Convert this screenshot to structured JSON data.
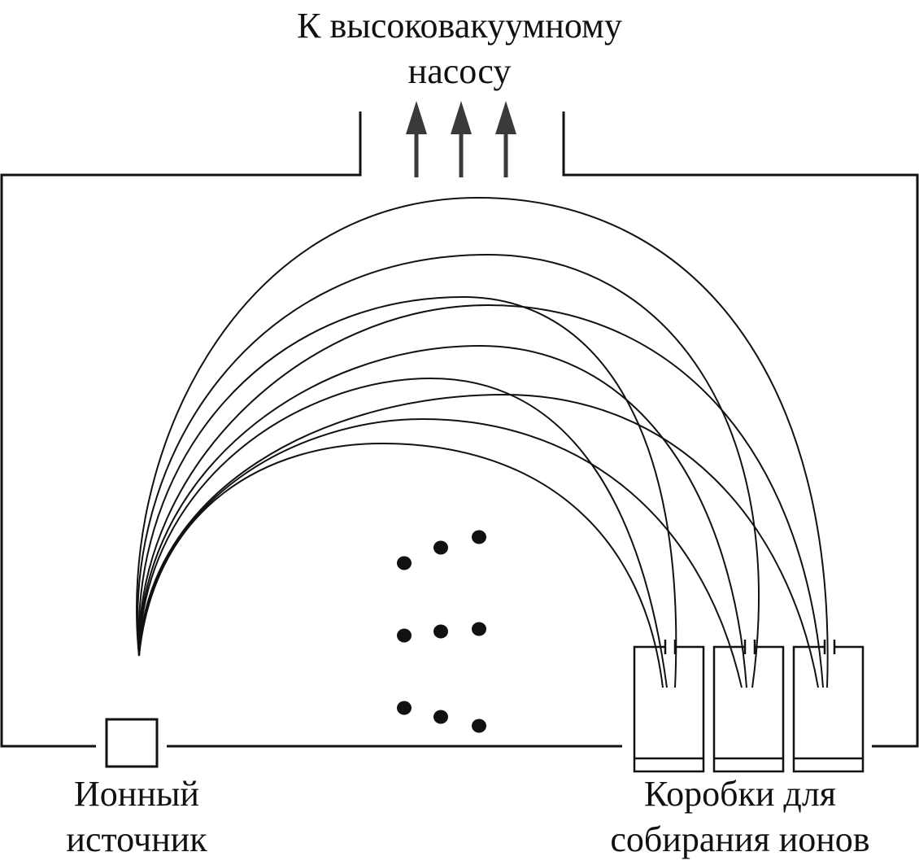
{
  "diagram": {
    "pump_label": [
      "К высоковакуумному",
      "насосу"
    ],
    "source_label": [
      "Ионный",
      "источник"
    ],
    "boxes_label": [
      "Коробки для",
      "собирания ионов"
    ],
    "colors": {
      "line": "#111111",
      "arrow": "#3a3a3a",
      "background": "#ffffff"
    },
    "icons": {
      "flow_arrow": "up-arrow-icon",
      "molecule": "dot"
    },
    "arrow_count": 3,
    "collector_box_count": 3,
    "ion_trajectory_count": 9,
    "gas_particle_count": 9
  }
}
